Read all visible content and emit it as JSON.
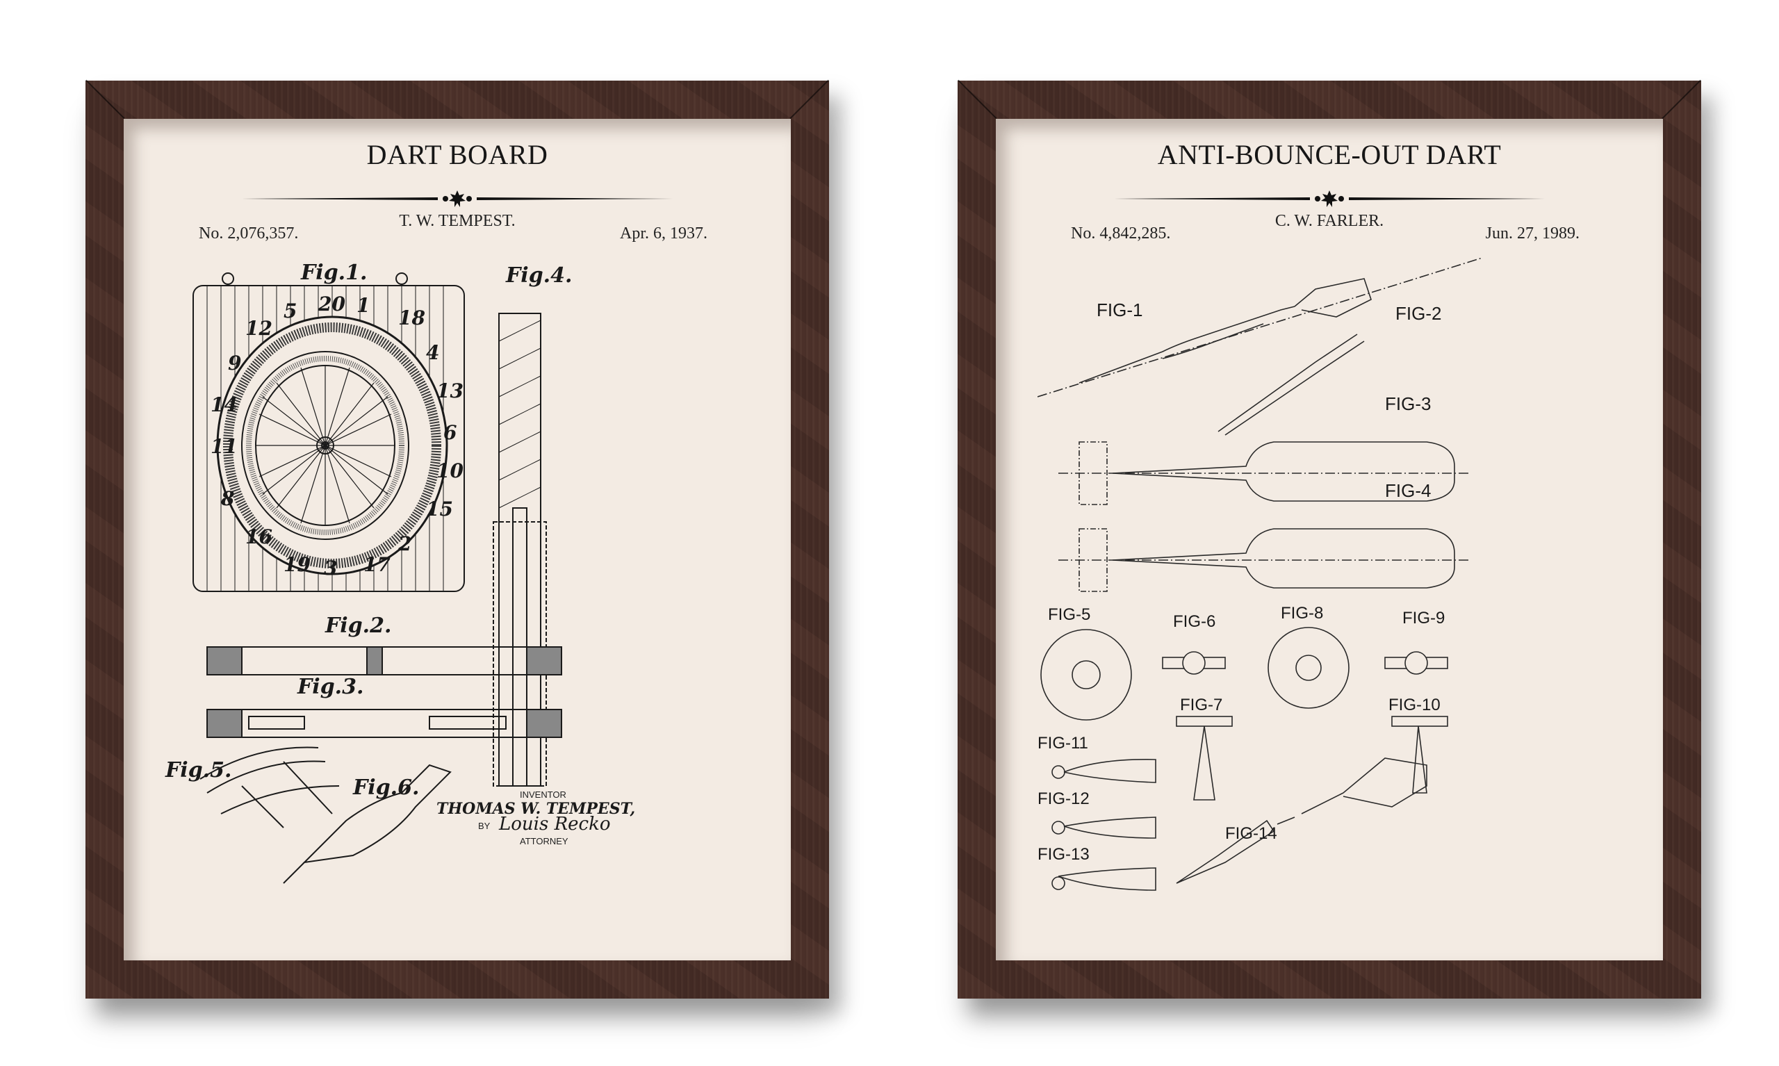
{
  "prints": [
    {
      "title": "DART BOARD",
      "inventor": "T. W. TEMPEST.",
      "patent_number": "No. 2,076,357.",
      "date": "Apr. 6, 1937.",
      "figures": [
        "Fig.1.",
        "Fig.2.",
        "Fig.3.",
        "Fig.4.",
        "Fig.5.",
        "Fig.6."
      ],
      "board_numbers": [
        "20",
        "1",
        "18",
        "4",
        "13",
        "6",
        "10",
        "15",
        "2",
        "17",
        "3",
        "19",
        "16",
        "8",
        "11",
        "14",
        "9",
        "12",
        "5"
      ],
      "signature": {
        "inventor_name": "THOMAS W. TEMPEST,",
        "inventor_label": "INVENTOR",
        "by_label": "BY",
        "attorney_signature": "Louis Recko",
        "attorney_label": "ATTORNEY"
      }
    },
    {
      "title": "ANTI-BOUNCE-OUT DART",
      "inventor": "C. W. FARLER.",
      "patent_number": "No. 4,842,285.",
      "date": "Jun. 27, 1989.",
      "figures": [
        "FIG-1",
        "FIG-2",
        "FIG-3",
        "FIG-4",
        "FIG-5",
        "FIG-6",
        "FIG-7",
        "FIG-8",
        "FIG-9",
        "FIG-10",
        "FIG-11",
        "FIG-12",
        "FIG-13",
        "FIG-14"
      ]
    }
  ],
  "colors": {
    "frame": "#4a2f28",
    "mat": "#f3ebe3",
    "ink": "#161616",
    "background": "#ffffff"
  }
}
